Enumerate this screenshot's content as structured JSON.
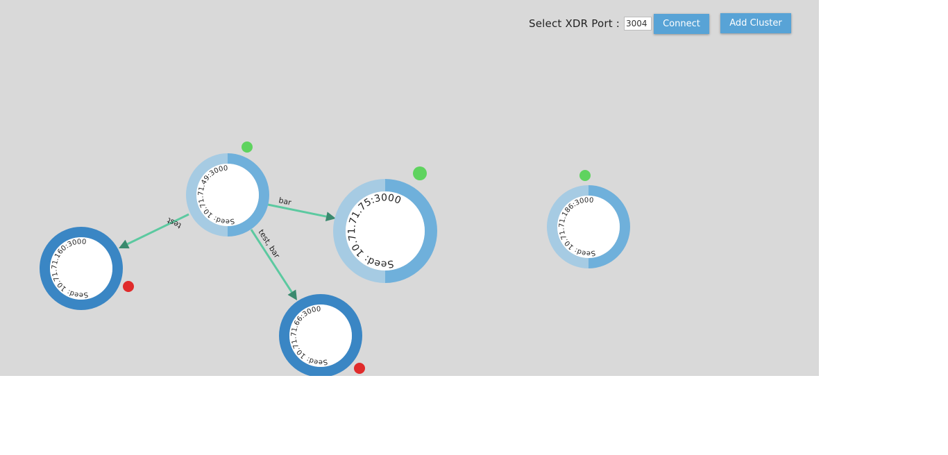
{
  "toolbar": {
    "port_label": "Select XDR Port :",
    "port_value": "3004",
    "connect_label": "Connect",
    "add_cluster_label": "Add Cluster"
  },
  "colors": {
    "canvas_bg": "#d9d9d9",
    "ring_light": "#a6cbe3",
    "ring_mid": "#6fb0db",
    "ring_dark": "#3a86c4",
    "edge": "#5cc9a0",
    "arrow": "#3a8a6e",
    "status_ok": "#5fd35f",
    "status_error": "#e02b2b"
  },
  "nodes": [
    {
      "id": "n49",
      "label": "Seed: 10.71.71.49:3000",
      "style": "split",
      "status": "ok"
    },
    {
      "id": "n75",
      "label": "Seed: 10.71.71.75:3000",
      "style": "split",
      "status": "ok"
    },
    {
      "id": "n186",
      "label": "Seed: 10.71.71.186:3000",
      "style": "split",
      "status": "ok"
    },
    {
      "id": "n160",
      "label": "Seed: 10.71.71.160:3000",
      "style": "solid",
      "status": "error"
    },
    {
      "id": "n66",
      "label": "Seed: 10.71.71.66:3000",
      "style": "solid",
      "status": "error"
    }
  ],
  "edges": [
    {
      "from": "n49",
      "to": "n75",
      "label": "bar"
    },
    {
      "from": "n49",
      "to": "n160",
      "label": "test"
    },
    {
      "from": "n49",
      "to": "n66",
      "label": "test, bar"
    }
  ]
}
